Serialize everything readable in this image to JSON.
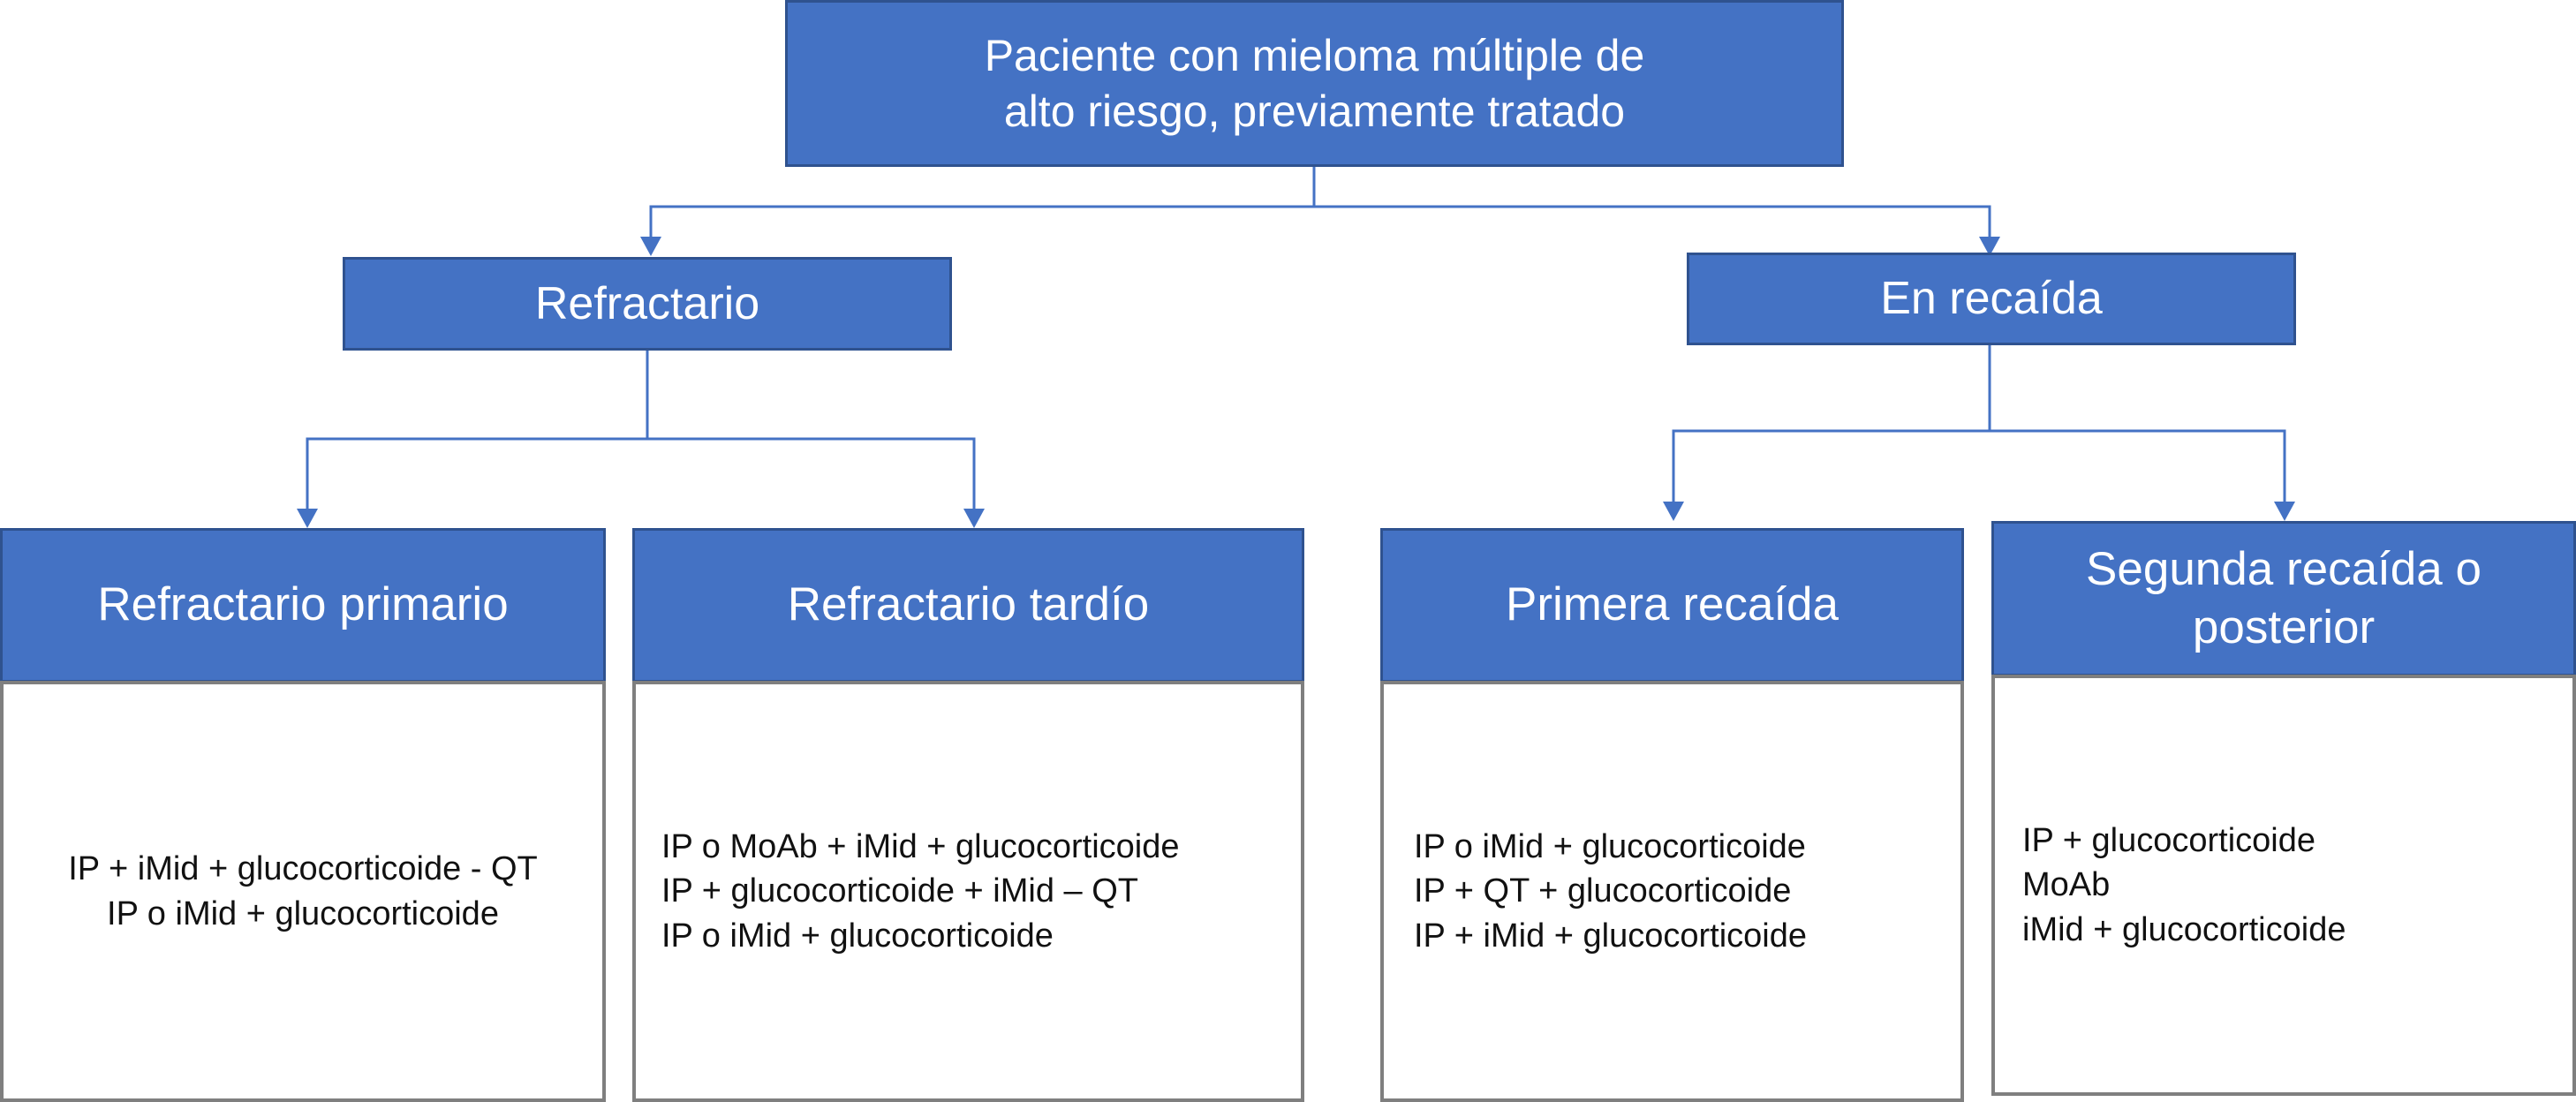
{
  "colors": {
    "box_fill": "#4472c4",
    "box_border": "#2f528f",
    "connector": "#4472c4",
    "body_border": "#7f7f7f"
  },
  "root": {
    "title": "Paciente con mieloma múltiple de\nalto riesgo, previamente tratado"
  },
  "branches": [
    {
      "label": "Refractario",
      "children": [
        {
          "title": "Refractario primario",
          "items": [
            "IP + iMid + glucocorticoide - QT",
            "IP o iMid + glucocorticoide"
          ]
        },
        {
          "title": "Refractario tardío",
          "items": [
            "IP o MoAb + iMid + glucocorticoide",
            "IP + glucocorticoide + iMid – QT",
            "IP o iMid + glucocorticoide"
          ]
        }
      ]
    },
    {
      "label": "En recaída",
      "children": [
        {
          "title": "Primera recaída",
          "items": [
            "IP o iMid + glucocorticoide",
            "IP + QT + glucocorticoide",
            "IP + iMid + glucocorticoide"
          ]
        },
        {
          "title": "Segunda recaída o\nposterior",
          "items": [
            "IP + glucocorticoide",
            "MoAb",
            "iMid + glucocorticoide"
          ]
        }
      ]
    }
  ]
}
